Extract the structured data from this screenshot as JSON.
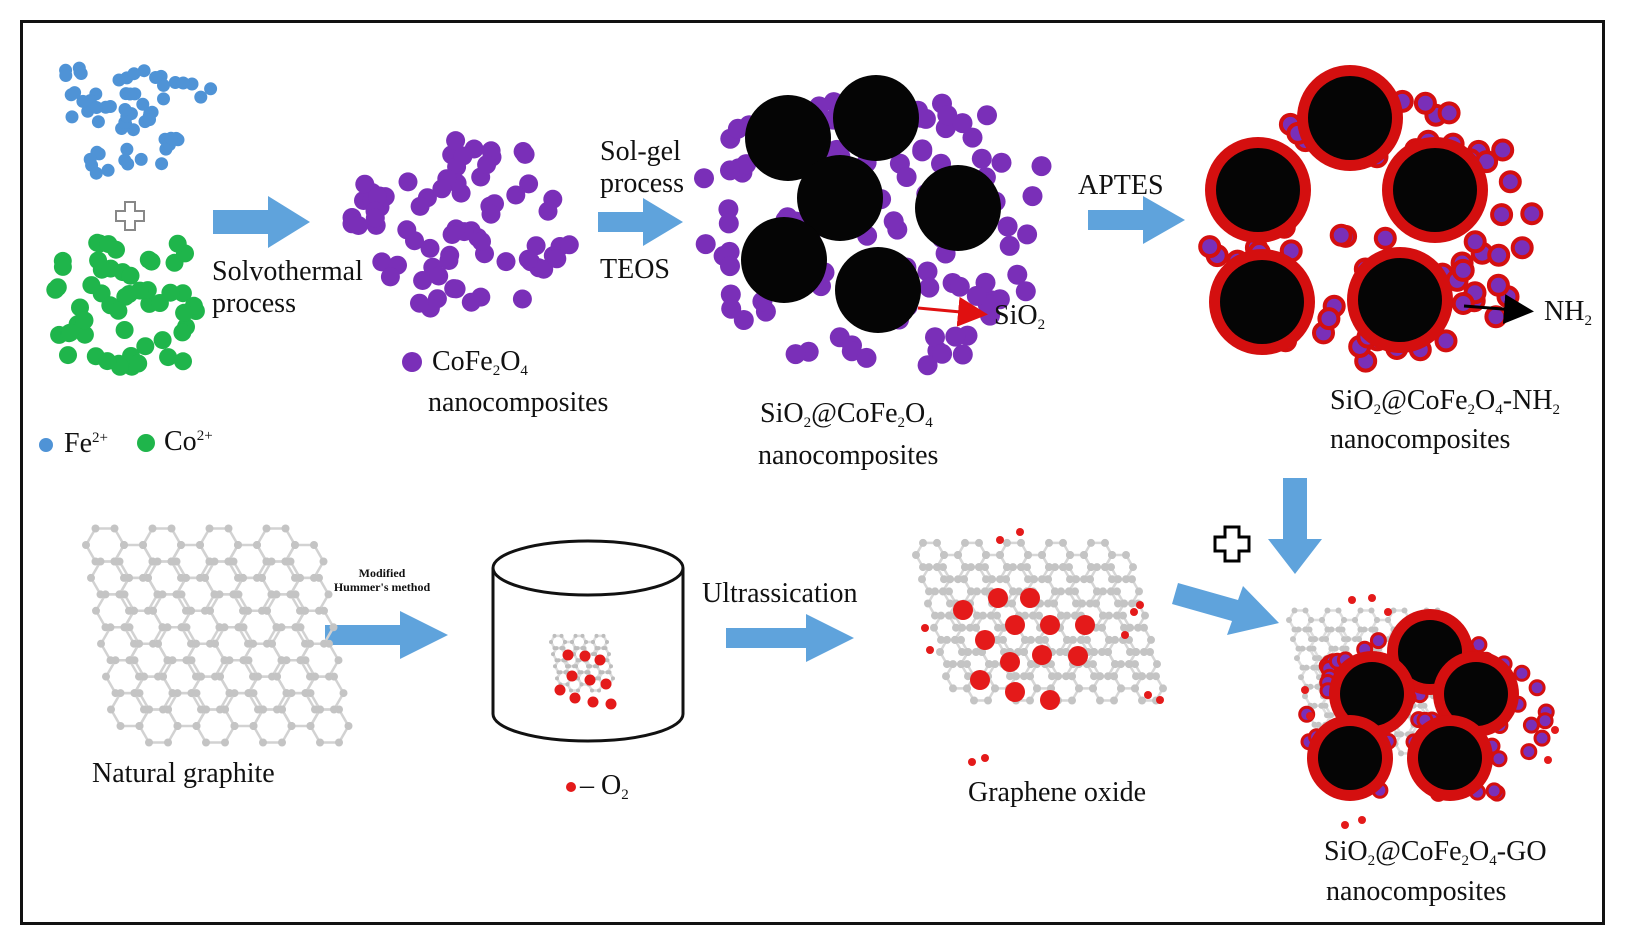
{
  "labels": {
    "fe_ion": "Fe",
    "fe_charge": "2+",
    "co_ion": "Co",
    "co_charge": "2+",
    "solvothermal_1": "Solvothermal",
    "solvothermal_2": "process",
    "cofe_formula_a": "CoFe",
    "cofe_sub_a": "2",
    "cofe_formula_b": "O",
    "cofe_sub_b": "4",
    "cofe_caption": "nanocomposites",
    "solgel_1": "Sol-gel",
    "solgel_2": "process",
    "teos": "TEOS",
    "sio2_pointer": "SiO",
    "sio2_pointer_sub": "2",
    "sio2cofe_a": "SiO",
    "sio2cofe_sub1": "2",
    "sio2cofe_b": "@CoFe",
    "sio2cofe_sub2": "2",
    "sio2cofe_c": "O",
    "sio2cofe_sub3": "4",
    "sio2cofe_caption": "nanocomposites",
    "aptes": "APTES",
    "nh2_pointer": "NH",
    "nh2_pointer_sub": "2",
    "amine_a": "SiO",
    "amine_sub1": "2",
    "amine_b": "@CoFe",
    "amine_sub2": "2",
    "amine_c": "O",
    "amine_sub3": "4",
    "amine_d": "-NH",
    "amine_sub4": "2",
    "amine_caption": "nanocomposites",
    "natural_graphite": "Natural graphite",
    "hummer_1": "Modified",
    "hummer_2": "Hummer's method",
    "o2_dash": "– O",
    "o2_sub": "2",
    "ultrasonication": "Ultrassication",
    "graphene_oxide": "Graphene oxide",
    "go_a": "SiO",
    "go_sub1": "2",
    "go_b": "@CoFe",
    "go_sub2": "2",
    "go_c": "O",
    "go_sub3": "4",
    "go_d": "-GO",
    "go_caption": "nanocomposites"
  },
  "colors": {
    "fe_particle": "#4f93d6",
    "co_particle": "#1fb54b",
    "cofe_particle": "#7a2fb8",
    "core": "#050505",
    "amine_shell": "#d40f0f",
    "oxygen": "#e41a1a",
    "carbon": "#c4c4c4",
    "arrow": "#5fa3dc",
    "pointer_red": "#e01010",
    "pointer_black": "#000000"
  },
  "icons": [
    "plus-outline-icon",
    "flow-arrow-icon",
    "beaker-icon",
    "graphite-lattice-icon"
  ]
}
